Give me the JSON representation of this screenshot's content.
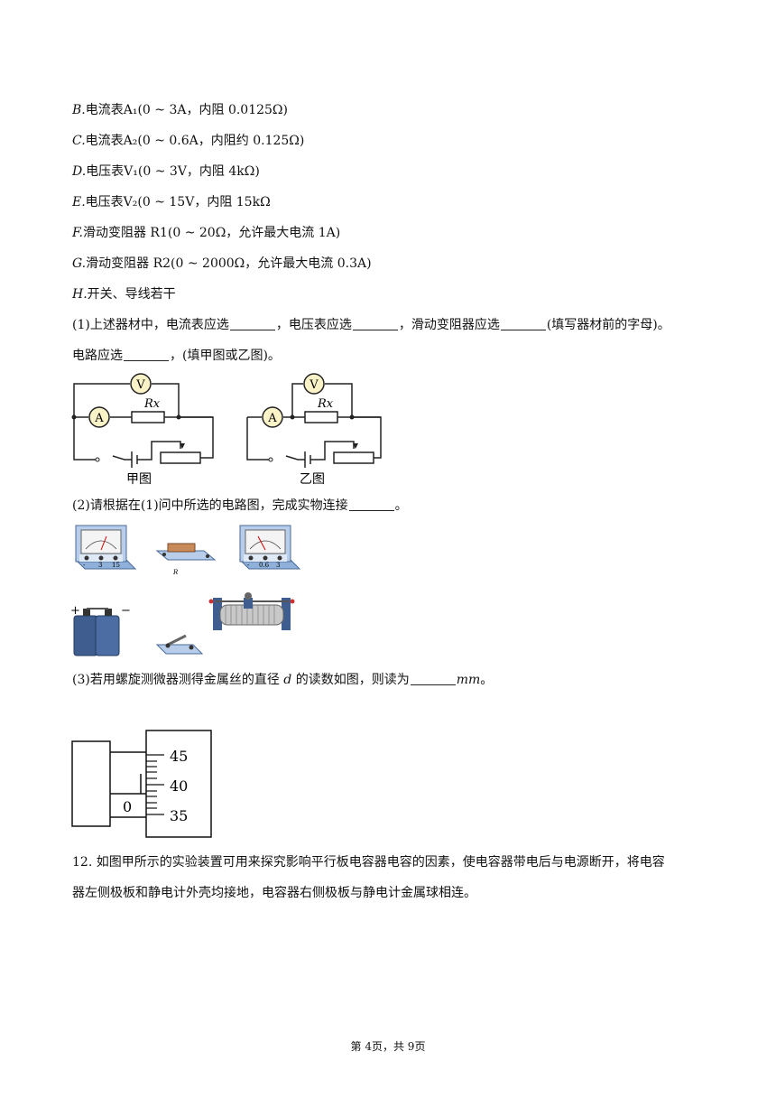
{
  "items": {
    "b": {
      "letter": "B.",
      "text": "电流表A₁(0 ~ 3A，内阻 0.0125Ω)"
    },
    "c": {
      "letter": "C.",
      "text": "电流表A₂(0 ~ 0.6A，内阻约 0.125Ω)"
    },
    "d": {
      "letter": "D.",
      "text": "电压表V₁(0 ~ 3V，内阻 4kΩ)"
    },
    "e": {
      "letter": "E.",
      "text": "电压表V₂(0 ~ 15V，内阻 15kΩ"
    },
    "f": {
      "letter": "F.",
      "text": "滑动变阻器 R1(0 ~ 20Ω，允许最大电流 1A)"
    },
    "g": {
      "letter": "G.",
      "text": "滑动变阻器 R2(0 ~ 2000Ω，允许最大电流 0.3A)"
    },
    "h": {
      "letter": "H.",
      "text": "开关、导线若干"
    }
  },
  "q1": {
    "p1": "(1)上述器材中，电流表应选",
    "p2": "，电压表应选",
    "p3": "，滑动变阻器应选",
    "p4": "(填写器材前的字母)。",
    "p5": "电路应选",
    "p6": "，(填甲图或乙图)。"
  },
  "circuits": {
    "left_caption": "甲图",
    "right_caption": "乙图",
    "voltmeter": "V",
    "ammeter": "A",
    "resistor": "Rx"
  },
  "q2": {
    "p1": "(2)请根据在(1)问中所选的电路图，完成实物连接",
    "p2": "。",
    "voltmeter_scale": [
      "-",
      "3",
      "15"
    ],
    "ammeter_scale": [
      "-",
      "0.6",
      "3"
    ],
    "resistor_label": "R",
    "battery_plus": "+",
    "battery_minus": "−"
  },
  "q3": {
    "p1": "(3)若用螺旋测微器测得金属丝的直径",
    "var": "d",
    "p2": "的读数如图，则读为",
    "unit": "mm",
    "p3": "。"
  },
  "micrometer": {
    "labels": [
      "45",
      "40",
      "35"
    ],
    "zero": "0"
  },
  "q12": {
    "line1": "12. 如图甲所示的实验装置可用来探究影响平行板电容器电容的因素，使电容器带电后与电源断开，将电容",
    "line2": "器左侧极板和静电计外壳均接地，电容器右侧极板与静电计金属球相连。"
  },
  "footer": "第 4页，共 9页"
}
